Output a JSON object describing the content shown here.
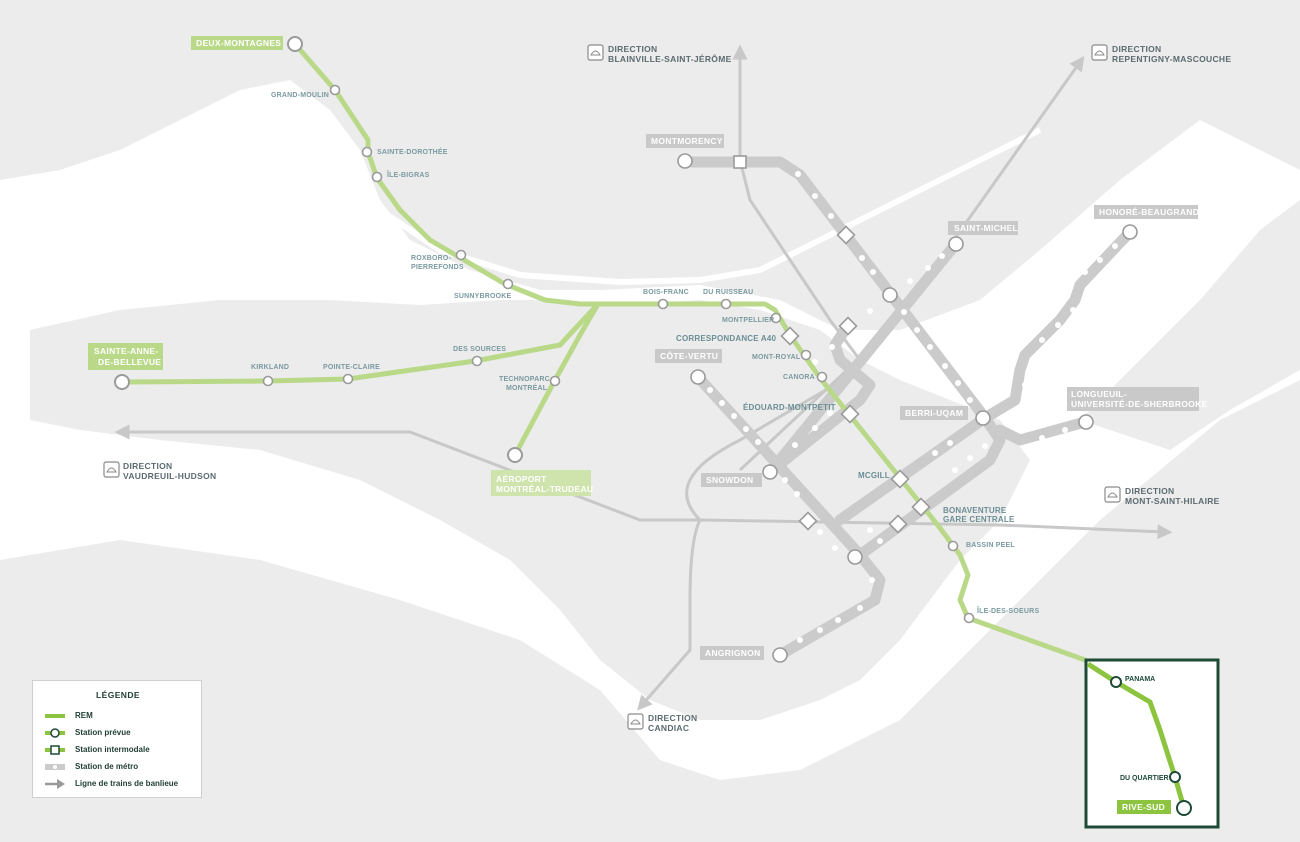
{
  "colors": {
    "rem": "#b9d989",
    "rem_inset": "#8cc43f",
    "metro": "#cbcbcb",
    "metro_dot": "#ffffff",
    "suburban": "#c8c8c8",
    "land": "#ececec",
    "water": "#ffffff",
    "inset_border": "#1e4a38",
    "station_outline": "#9a9a9a"
  },
  "rem_labels": {
    "deux_montagnes": "DEUX-MONTAGNES",
    "grand_moulin": "GRAND-MOULIN",
    "sainte_dorothee": "SAINTE-DOROTHÉE",
    "ile_bigras": "ÎLE-BIGRAS",
    "roxboro_1": "ROXBORO-",
    "roxboro_2": "PIERREFONDS",
    "sunnybrooke": "SUNNYBROOKE",
    "bois_franc": "BOIS-FRANC",
    "du_ruisseau": "DU RUISSEAU",
    "montpellier": "MONTPELLIER",
    "correspondance_a40": "CORRESPONDANCE A40",
    "mont_royal": "MONT-ROYAL",
    "canora": "CANORA",
    "edouard_montpetit": "ÉDOUARD-MONTPETIT",
    "mcgill": "MCGILL",
    "bonaventure_1": "BONAVENTURE",
    "bonaventure_2": "GARE CENTRALE",
    "bassin_peel": "BASSIN PEEL",
    "ile_des_soeurs": "ÎLE-DES-SOEURS",
    "sainte_anne_1": "SAINTE-ANNE-",
    "sainte_anne_2": "DE-BELLEVUE",
    "kirkland": "KIRKLAND",
    "pointe_claire": "POINTE-CLAIRE",
    "des_sources": "DES SOURCES",
    "technoparc_1": "TECHNOPARC",
    "technoparc_2": "MONTRÉAL",
    "aeroport_1": "AÉROPORT",
    "aeroport_2": "MONTRÉAL-TRUDEAU",
    "panama": "PANAMA",
    "du_quartier": "DU QUARTIER",
    "rive_sud": "RIVE-SUD"
  },
  "metro_labels": {
    "montmorency": "MONTMORENCY",
    "saint_michel": "SAINT-MICHEL",
    "honore_beaugrand": "HONORÉ-BEAUGRAND",
    "cote_vertu": "CÔTE-VERTU",
    "berri_uqam": "BERRI-UQAM",
    "longueuil_1": "LONGUEUIL-",
    "longueuil_2": "UNIVERSITÉ-DE-SHERBROOKE",
    "snowdon": "SNOWDON",
    "angrignon": "ANGRIGNON"
  },
  "directions": [
    {
      "id": "blainville",
      "line1": "DIRECTION",
      "line2": "BLAINVILLE-SAINT-JÉRÔME"
    },
    {
      "id": "repentigny",
      "line1": "DIRECTION",
      "line2": "REPENTIGNY-MASCOUCHE"
    },
    {
      "id": "vaudreuil",
      "line1": "DIRECTION",
      "line2": "VAUDREUIL-HUDSON"
    },
    {
      "id": "mont_saint_hilaire",
      "line1": "DIRECTION",
      "line2": "MONT-SAINT-HILAIRE"
    },
    {
      "id": "candiac",
      "line1": "DIRECTION",
      "line2": "CANDIAC"
    }
  ],
  "legend": {
    "title": "LÉGENDE",
    "items": [
      {
        "label": "REM",
        "icon": "rem-line-icon"
      },
      {
        "label": "Station prévue",
        "icon": "planned-station-icon"
      },
      {
        "label": "Station intermodale",
        "icon": "intermodal-station-icon"
      },
      {
        "label": "Station de métro",
        "icon": "metro-station-icon"
      },
      {
        "label": "Ligne de trains de banlieue",
        "icon": "suburban-train-arrow-icon"
      }
    ]
  }
}
